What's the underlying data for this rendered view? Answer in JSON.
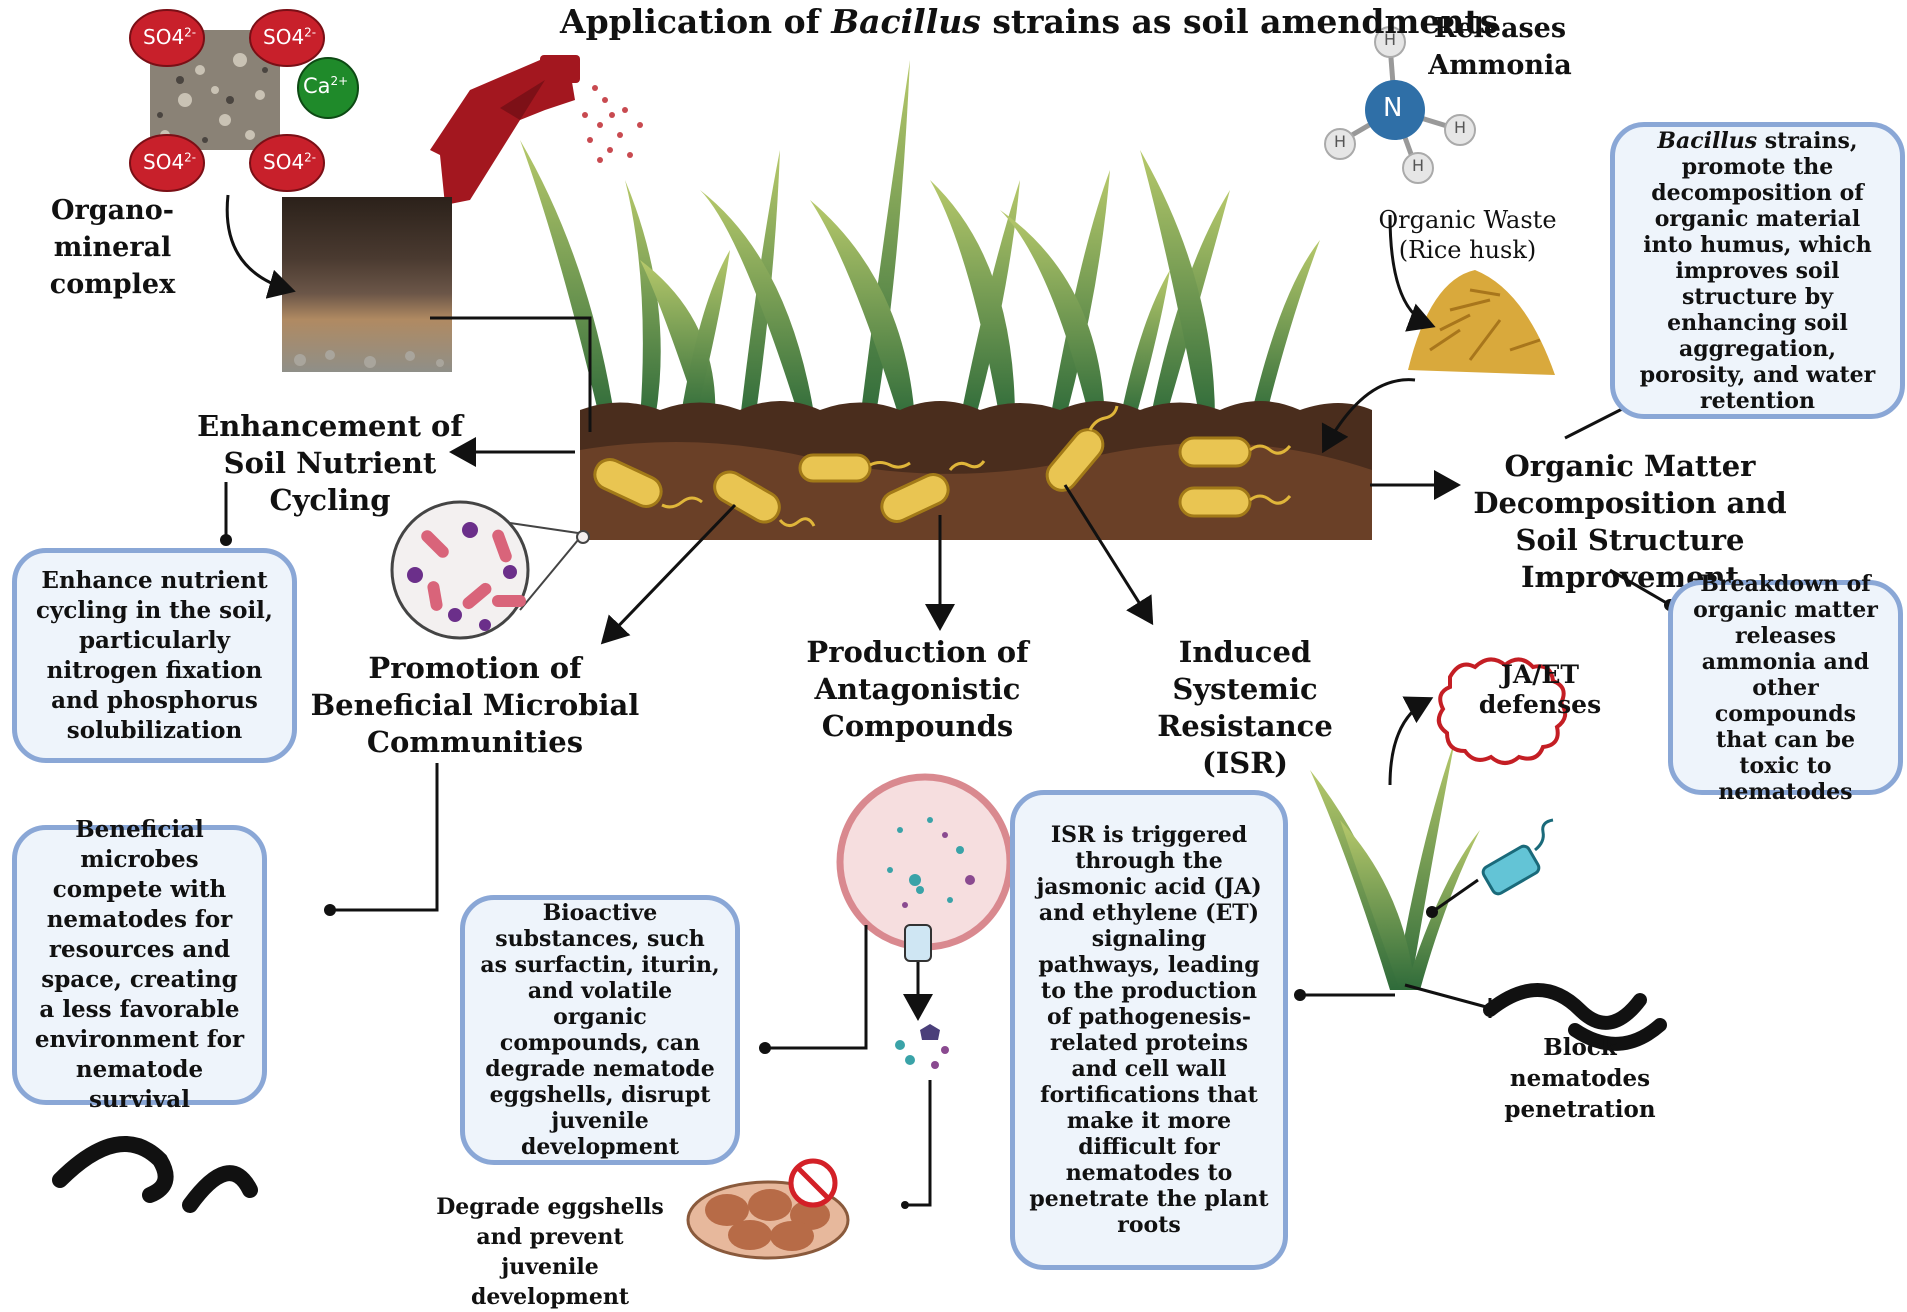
{
  "title": {
    "prefix": "Application of ",
    "italic": "Bacillus",
    "suffix": " strains as soil amendments"
  },
  "labels": {
    "organo_mineral": "Organo-mineral complex",
    "releases_ammonia": "Releases Ammonia",
    "organic_waste": "Organic Waste (Rice husk)",
    "nutrient_cycling": "Enhancement of Soil Nutrient Cycling",
    "organic_matter": "Organic Matter Decomposition and Soil Structure Improvement",
    "beneficial_microbes": "Promotion of Beneficial Microbial Communities",
    "antagonistic": "Production of Antagonistic Compounds",
    "isr": "Induced Systemic Resistance (ISR)",
    "ja_et": "JA/ET defenses",
    "block_nematodes": "Block nematodes penetration",
    "degrade_eggshells": "Degrade eggshells and prevent juvenile development"
  },
  "chemistry": {
    "so4": "SO4",
    "so4_charge": "2-",
    "ca": "Ca",
    "ca_charge": "2+",
    "n": "N",
    "h": "H"
  },
  "boxes": {
    "bacillus_italic": "Bacillus",
    "bacillus_rest": " strains, promote the decomposition of organic material into humus, which improves soil structure by enhancing soil aggregation, porosity, and water retention",
    "nutrient": "Enhance nutrient cycling in the soil, particularly nitrogen fixation and phosphorus solubilization",
    "compete": "Beneficial microbes compete with nematodes for resources and space, creating a less favorable environment for nematode survival",
    "bioactive": "Bioactive substances, such as surfactin, iturin, and volatile organic compounds, can degrade nematode eggshells, disrupt juvenile development",
    "isr_text": "ISR is triggered through the jasmonic acid (JA) and ethylene (ET) signaling pathways, leading to the production of pathogenesis-related proteins and cell wall fortifications that make it more difficult for nematodes to penetrate the plant roots",
    "breakdown": "Breakdown of organic matter releases ammonia and other compounds that can be toxic to nematodes"
  },
  "colors": {
    "box_border": "#8aa7d6",
    "box_fill": "#eef4fb",
    "soil": "#5a3520",
    "sulfate": "#c8202b",
    "calcium": "#1f8a2a",
    "nitrogen": "#2f6fa7",
    "bacteria": "#e9c552"
  },
  "icons": [
    "spray-bottle-icon",
    "soil-profile-icon",
    "grass-icon",
    "bacterium-icon",
    "petri-dish-icon",
    "nematode-icon",
    "ammonia-molecule-icon",
    "rice-husk-icon",
    "egg-mass-icon",
    "prohibited-icon"
  ]
}
